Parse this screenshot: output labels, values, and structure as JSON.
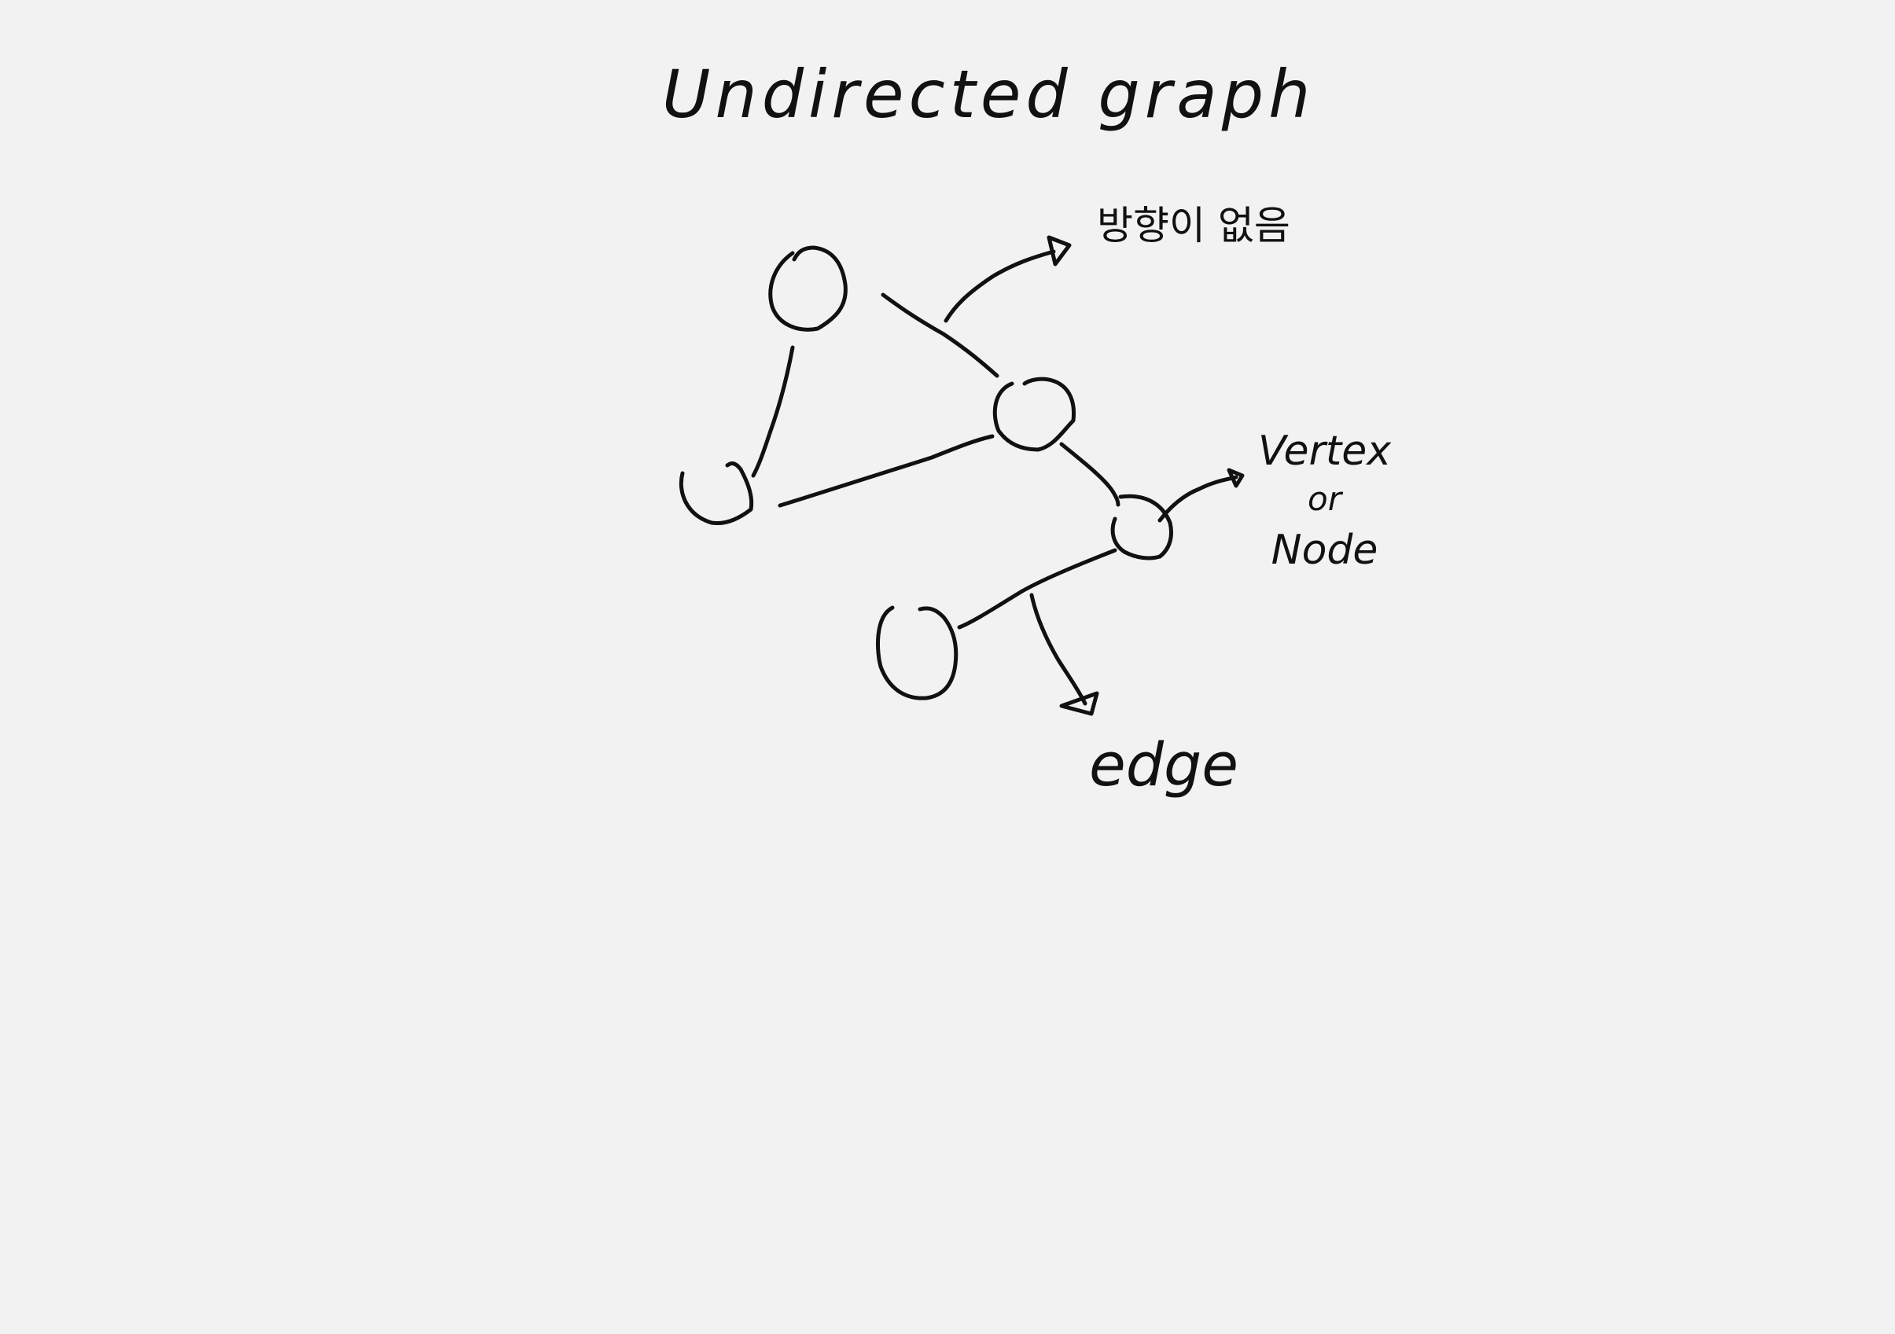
{
  "diagram": {
    "title": "Undirected graph",
    "annotations": {
      "no_direction": "방향이 없음",
      "vertex": "Vertex",
      "or": "or",
      "node": "Node",
      "edge": "edge"
    },
    "ink_color": "#111111",
    "background_color": "#f2f2f2",
    "nodes": [
      "node-a",
      "node-b",
      "node-c",
      "node-d",
      "node-e"
    ],
    "edges": [
      [
        "node-a",
        "node-b"
      ],
      [
        "node-a",
        "node-c"
      ],
      [
        "node-b",
        "node-c"
      ],
      [
        "node-c",
        "node-d"
      ],
      [
        "node-d",
        "node-e"
      ]
    ]
  }
}
